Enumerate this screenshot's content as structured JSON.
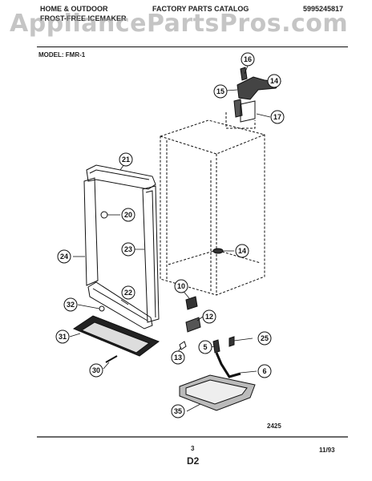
{
  "header": {
    "left_line1": "HOME & OUTDOOR",
    "left_line2": "FROST-FREE ICEMAKER",
    "center": "FACTORY PARTS CATALOG",
    "part_number": "5995245817",
    "model_label": "MODEL:  FMR-1"
  },
  "watermark": "AppliancePartsPros.com",
  "diagram": {
    "callouts": [
      "16",
      "14",
      "15",
      "17",
      "21",
      "20",
      "23",
      "24",
      "14",
      "22",
      "10",
      "32",
      "12",
      "31",
      "25",
      "13",
      "5",
      "30",
      "6",
      "35"
    ],
    "figure_number": "2425"
  },
  "footer": {
    "page": "3",
    "section": "D2",
    "date": "11/93"
  },
  "colors": {
    "ink": "#111111",
    "watermark": "#969696"
  }
}
